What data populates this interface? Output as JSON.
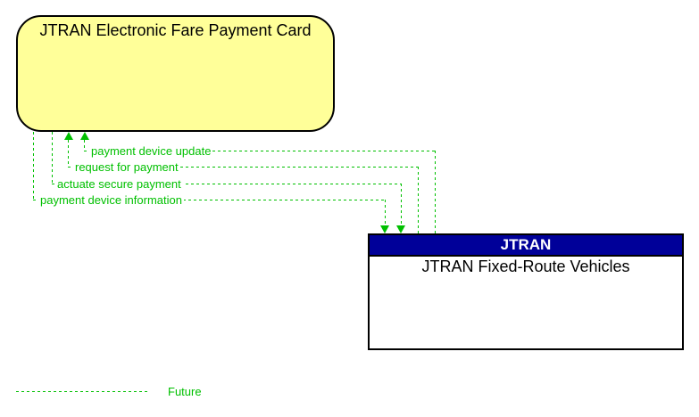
{
  "diagram": {
    "source_box": {
      "title": "JTRAN Electronic Fare Payment Card"
    },
    "target_box": {
      "header": "JTRAN",
      "title": "JTRAN Fixed-Route Vehicles"
    },
    "flows": [
      {
        "label": "payment device update",
        "from": "JTRAN Fixed-Route Vehicles",
        "to": "JTRAN Electronic Fare Payment Card",
        "status": "future"
      },
      {
        "label": "request for payment",
        "from": "JTRAN Fixed-Route Vehicles",
        "to": "JTRAN Electronic Fare Payment Card",
        "status": "future"
      },
      {
        "label": "actuate secure payment",
        "from": "JTRAN Electronic Fare Payment Card",
        "to": "JTRAN Fixed-Route Vehicles",
        "status": "future"
      },
      {
        "label": "payment device information",
        "from": "JTRAN Electronic Fare Payment Card",
        "to": "JTRAN Fixed-Route Vehicles",
        "status": "future"
      }
    ],
    "legend": {
      "future_label": "Future"
    },
    "colors": {
      "flow_green": "#00c000",
      "entity_yellow": "#ffff99",
      "header_blue": "#000099",
      "border_black": "#000000"
    }
  }
}
